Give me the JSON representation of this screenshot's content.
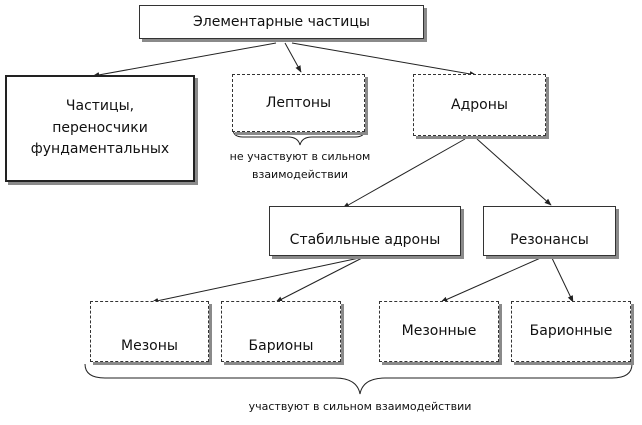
{
  "nodes": {
    "root": "Элементарные частицы",
    "carriers": "Частицы, переносчики фундаментальных",
    "leptons": "Лептоны",
    "hadrons": "Адроны",
    "stable_hadrons": "Стабильные адроны",
    "resonances": "Резонансы",
    "mesons": "Мезоны",
    "baryons": "Барионы",
    "meson_resonances": "Мезонные",
    "baryon_resonances": "Барионные"
  },
  "notes": {
    "leptons_note": "не участвуют в сильном взаимодействии",
    "bottom_note": "участвуют в сильном взаимодействии"
  },
  "colors": {
    "line": "#222222",
    "shadow": "#8a8a8a"
  }
}
